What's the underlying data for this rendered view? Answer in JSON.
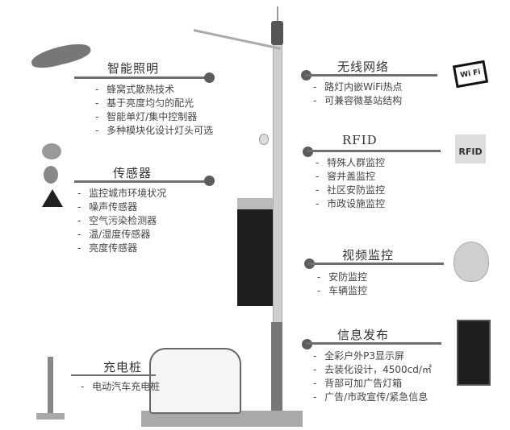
{
  "sections": {
    "lighting": {
      "title": "智能照明",
      "items": [
        "蜂窝式散热技术",
        "基于亮度均匀的配光",
        "智能单灯/集中控制器",
        "多种模块化设计灯头可选"
      ],
      "icon": "street-lamp-head-icon"
    },
    "sensors": {
      "title": "传感器",
      "items": [
        "监控城市环境状况",
        "噪声传感器",
        "空气污染检测器",
        "温/湿度传感器",
        "亮度传感器"
      ],
      "icon": "sensor-icons"
    },
    "charging": {
      "title": "充电桩",
      "items": [
        "电动汽车充电桩"
      ],
      "icon": "charging-pile-icon"
    },
    "wireless": {
      "title": "无线网络",
      "items": [
        "路灯内嵌WiFi热点",
        "可兼容微基站结构"
      ],
      "icon": "wifi-icon",
      "icon_text": "Wi Fi"
    },
    "rfid": {
      "title": "RFID",
      "items": [
        "特殊人群监控",
        "窨井盖监控",
        "社区安防监控",
        "市政设施监控"
      ],
      "icon": "rfid-icon",
      "icon_text": "RFID"
    },
    "video": {
      "title": "视频监控",
      "items": [
        "安防监控",
        "车辆监控"
      ],
      "icon": "dome-camera-icon"
    },
    "info": {
      "title": "信息发布",
      "items": [
        "全彩户外P3显示屏",
        "去装化设计，4500cd/㎡",
        "背部可加广告灯箱",
        "广告/市政宣传/紧急信息"
      ],
      "icon": "led-display-icon"
    }
  },
  "colors": {
    "line": "#6e6e6e",
    "dot": "#5c5c5c",
    "text": "#333333",
    "pole": "#cfcfcf",
    "screen": "#1e1e1e"
  }
}
